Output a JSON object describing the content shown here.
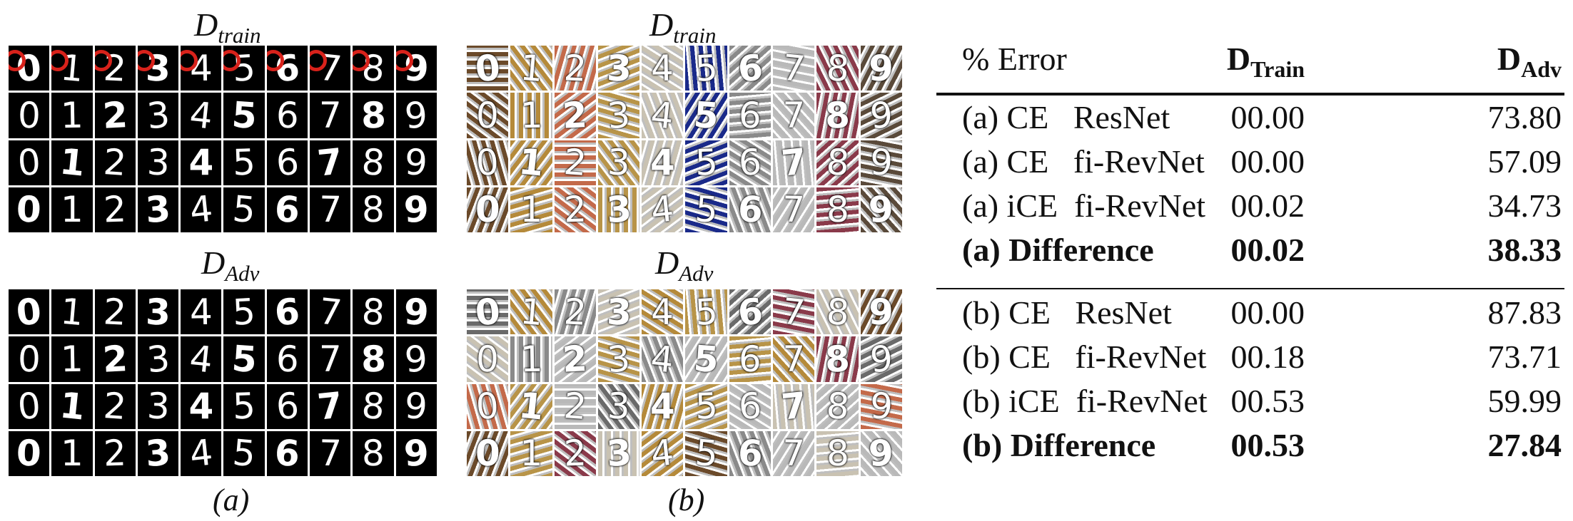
{
  "panel_a": {
    "title_top": {
      "main": "D",
      "sub": "train"
    },
    "title_bottom": {
      "main": "D",
      "sub": "Adv"
    },
    "caption": "(a)",
    "train_rows": [
      [
        "0",
        "1",
        "2",
        "3",
        "4",
        "5",
        "6",
        "7",
        "8",
        "9"
      ],
      [
        "0",
        "1",
        "2",
        "3",
        "4",
        "5",
        "6",
        "7",
        "8",
        "9"
      ],
      [
        "0",
        "1",
        "2",
        "3",
        "4",
        "5",
        "6",
        "7",
        "8",
        "9"
      ],
      [
        "0",
        "1",
        "2",
        "3",
        "4",
        "5",
        "6",
        "7",
        "8",
        "9"
      ]
    ],
    "adv_rows": [
      [
        "0",
        "1",
        "2",
        "3",
        "4",
        "5",
        "6",
        "7",
        "8",
        "9"
      ],
      [
        "0",
        "1",
        "2",
        "3",
        "4",
        "5",
        "6",
        "7",
        "8",
        "9"
      ],
      [
        "0",
        "1",
        "2",
        "3",
        "4",
        "5",
        "6",
        "7",
        "8",
        "9"
      ],
      [
        "0",
        "1",
        "2",
        "3",
        "4",
        "5",
        "6",
        "7",
        "8",
        "9"
      ]
    ],
    "marker_color": "#d8221b"
  },
  "panel_b": {
    "title_top": {
      "main": "D",
      "sub": "train"
    },
    "title_bottom": {
      "main": "D",
      "sub": "Adv"
    },
    "caption": "(b)",
    "train_rows": [
      [
        "0",
        "1",
        "2",
        "3",
        "4",
        "5",
        "6",
        "7",
        "8",
        "9"
      ],
      [
        "0",
        "1",
        "2",
        "3",
        "4",
        "5",
        "6",
        "7",
        "8",
        "9"
      ],
      [
        "0",
        "1",
        "2",
        "3",
        "4",
        "5",
        "6",
        "7",
        "8",
        "9"
      ],
      [
        "0",
        "1",
        "2",
        "3",
        "4",
        "5",
        "6",
        "7",
        "8",
        "9"
      ]
    ],
    "adv_rows": [
      [
        "0",
        "1",
        "2",
        "3",
        "4",
        "5",
        "6",
        "7",
        "8",
        "9"
      ],
      [
        "0",
        "1",
        "2",
        "3",
        "4",
        "5",
        "6",
        "7",
        "8",
        "9"
      ],
      [
        "0",
        "1",
        "2",
        "3",
        "4",
        "5",
        "6",
        "7",
        "8",
        "9"
      ],
      [
        "0",
        "1",
        "2",
        "3",
        "4",
        "5",
        "6",
        "7",
        "8",
        "9"
      ]
    ],
    "train_textures": [
      "#6b4a2a",
      "#b58a3a",
      "#c46a4a",
      "#b89448",
      "#c9c2b2",
      "#1a2a8a",
      "#8a8a8a",
      "#b9b9b9",
      "#8a3a4a",
      "#5a4a3a"
    ],
    "adv_textures": [
      [
        "#6a6a6a",
        "#b58a3a",
        "#8a8a8a",
        "#c9c2b2",
        "#b58a3a",
        "#b89448",
        "#6a6a6a",
        "#8a3a4a",
        "#c9c2b2",
        "#6b4a2a"
      ],
      [
        "#c9c2b2",
        "#8a8a8a",
        "#b9b9b9",
        "#b89448",
        "#8a8a8a",
        "#b9b9b9",
        "#b89448",
        "#b58a3a",
        "#8a3a4a",
        "#6a6a6a"
      ],
      [
        "#c46a4a",
        "#b89448",
        "#b9b9b9",
        "#6a6a6a",
        "#b58a3a",
        "#b89448",
        "#b9b9b9",
        "#c9c2b2",
        "#b9b9b9",
        "#c46a4a"
      ],
      [
        "#6b4a2a",
        "#b89448",
        "#8a3a4a",
        "#c9c2b2",
        "#b58a3a",
        "#6b4a2a",
        "#8a8a8a",
        "#b9b9b9",
        "#c9c2b2",
        "#b9b9b9"
      ]
    ]
  },
  "table": {
    "header": {
      "col0": "% Error",
      "col1_main": "D",
      "col1_sub": "Train",
      "col2_main": "D",
      "col2_sub": "Adv"
    },
    "group_a": [
      {
        "label": "(a) CE   ResNet",
        "train": "00.00",
        "adv": "73.80",
        "bold": false
      },
      {
        "label": "(a) CE   fi-RevNet",
        "train": "00.00",
        "adv": "57.09",
        "bold": false
      },
      {
        "label": "(a) iCE  fi-RevNet",
        "train": "00.02",
        "adv": "34.73",
        "bold": false
      },
      {
        "label": "(a) Difference",
        "train": "00.02",
        "adv": "38.33",
        "bold": true
      }
    ],
    "group_b": [
      {
        "label": "(b) CE   ResNet",
        "train": "00.00",
        "adv": "87.83",
        "bold": false
      },
      {
        "label": "(b) CE   fi-RevNet",
        "train": "00.18",
        "adv": "73.71",
        "bold": false
      },
      {
        "label": "(b) iCE  fi-RevNet",
        "train": "00.53",
        "adv": "59.99",
        "bold": false
      },
      {
        "label": "(b) Difference",
        "train": "00.53",
        "adv": "27.84",
        "bold": true
      }
    ]
  }
}
